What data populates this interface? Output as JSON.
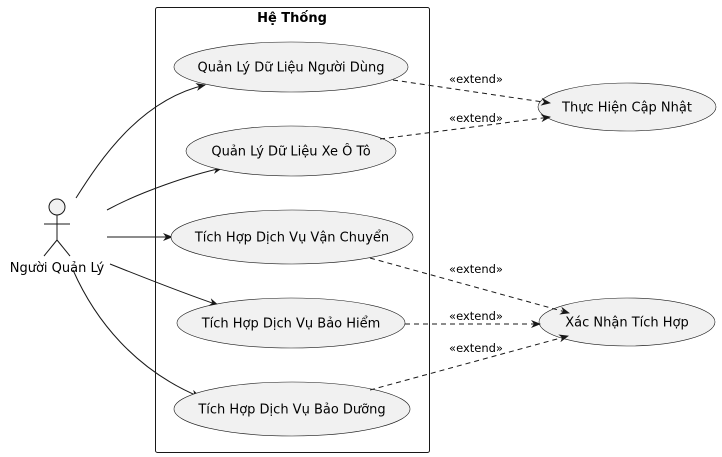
{
  "system": {
    "title": "Hệ Thống"
  },
  "actor": {
    "name": "Người Quản Lý"
  },
  "use_cases": [
    {
      "id": "uc1",
      "label": "Quản Lý Dữ Liệu Người Dùng"
    },
    {
      "id": "uc2",
      "label": "Quản Lý Dữ Liệu Xe Ô Tô"
    },
    {
      "id": "uc3",
      "label": "Tích Hợp Dịch Vụ Vận Chuyển"
    },
    {
      "id": "uc4",
      "label": "Tích Hợp Dịch Vụ Bảo Hiểm"
    },
    {
      "id": "uc5",
      "label": "Tích Hợp Dịch Vụ Bảo Dưỡng"
    }
  ],
  "extension_cases": [
    {
      "id": "ext1",
      "label": "Thực Hiện Cập Nhật"
    },
    {
      "id": "ext2",
      "label": "Xác Nhận Tích Hợp"
    }
  ],
  "relations": [
    {
      "from": "uc1",
      "to": "ext1",
      "label": "«extend»"
    },
    {
      "from": "uc2",
      "to": "ext1",
      "label": "«extend»"
    },
    {
      "from": "uc3",
      "to": "ext2",
      "label": "«extend»"
    },
    {
      "from": "uc4",
      "to": "ext2",
      "label": "«extend»"
    },
    {
      "from": "uc5",
      "to": "ext2",
      "label": "«extend»"
    }
  ]
}
